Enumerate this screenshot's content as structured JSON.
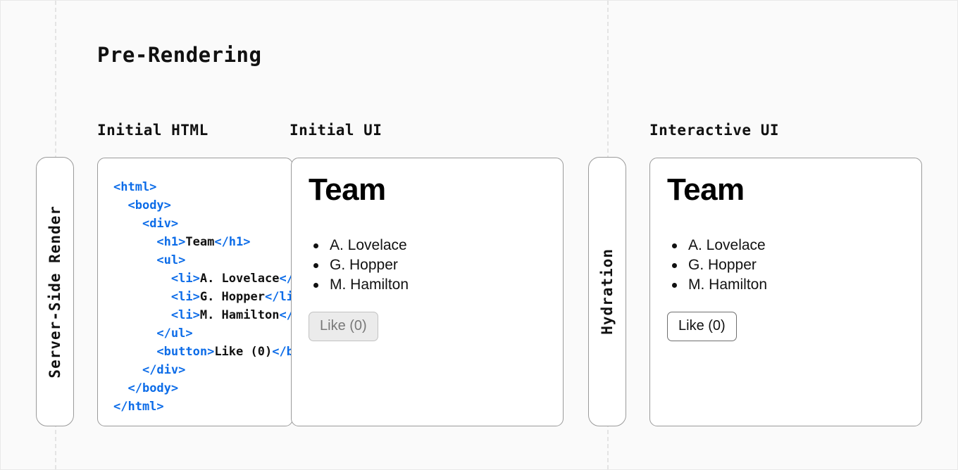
{
  "diagram": {
    "title": "Pre-Rendering",
    "background_color": "#fafafa",
    "accent_color": "#0c6ce8",
    "border_color": "#9a9a9a"
  },
  "columns": {
    "initial_html_caption": "Initial HTML",
    "initial_ui_caption": "Initial UI",
    "interactive_ui_caption": "Interactive UI"
  },
  "stages": {
    "server_side_render": "Server-Side Render",
    "hydration": "Hydration"
  },
  "code": {
    "lines": [
      {
        "indent": 0,
        "parts": [
          {
            "type": "tag",
            "text": "<html>"
          }
        ]
      },
      {
        "indent": 1,
        "parts": [
          {
            "type": "tag",
            "text": "<body>"
          }
        ]
      },
      {
        "indent": 2,
        "parts": [
          {
            "type": "tag",
            "text": "<div>"
          }
        ]
      },
      {
        "indent": 3,
        "parts": [
          {
            "type": "tag",
            "text": "<h1>"
          },
          {
            "type": "text",
            "text": "Team"
          },
          {
            "type": "tag",
            "text": "</h1>"
          }
        ]
      },
      {
        "indent": 3,
        "parts": [
          {
            "type": "tag",
            "text": "<ul>"
          }
        ]
      },
      {
        "indent": 4,
        "parts": [
          {
            "type": "tag",
            "text": "<li>"
          },
          {
            "type": "text",
            "text": "A. Lovelace"
          },
          {
            "type": "tag",
            "text": "</li>"
          }
        ]
      },
      {
        "indent": 4,
        "parts": [
          {
            "type": "tag",
            "text": "<li>"
          },
          {
            "type": "text",
            "text": "G. Hopper"
          },
          {
            "type": "tag",
            "text": "</li>"
          }
        ]
      },
      {
        "indent": 4,
        "parts": [
          {
            "type": "tag",
            "text": "<li>"
          },
          {
            "type": "text",
            "text": "M. Hamilton"
          },
          {
            "type": "tag",
            "text": "</li>"
          }
        ]
      },
      {
        "indent": 3,
        "parts": [
          {
            "type": "tag",
            "text": "</ul>"
          }
        ]
      },
      {
        "indent": 3,
        "parts": [
          {
            "type": "tag",
            "text": "<button>"
          },
          {
            "type": "text",
            "text": "Like (0)"
          },
          {
            "type": "tag",
            "text": "</button>"
          }
        ]
      },
      {
        "indent": 2,
        "parts": [
          {
            "type": "tag",
            "text": "</div>"
          }
        ]
      },
      {
        "indent": 1,
        "parts": [
          {
            "type": "tag",
            "text": "</body>"
          }
        ]
      },
      {
        "indent": 0,
        "parts": [
          {
            "type": "tag",
            "text": "</html>"
          }
        ]
      }
    ]
  },
  "initial_ui": {
    "heading": "Team",
    "members": [
      "A. Lovelace",
      "G. Hopper",
      "M. Hamilton"
    ],
    "like_button": {
      "label": "Like (0)",
      "state": "disabled"
    }
  },
  "interactive_ui": {
    "heading": "Team",
    "members": [
      "A. Lovelace",
      "G. Hopper",
      "M. Hamilton"
    ],
    "like_button": {
      "label": "Like (0)",
      "state": "enabled"
    }
  }
}
